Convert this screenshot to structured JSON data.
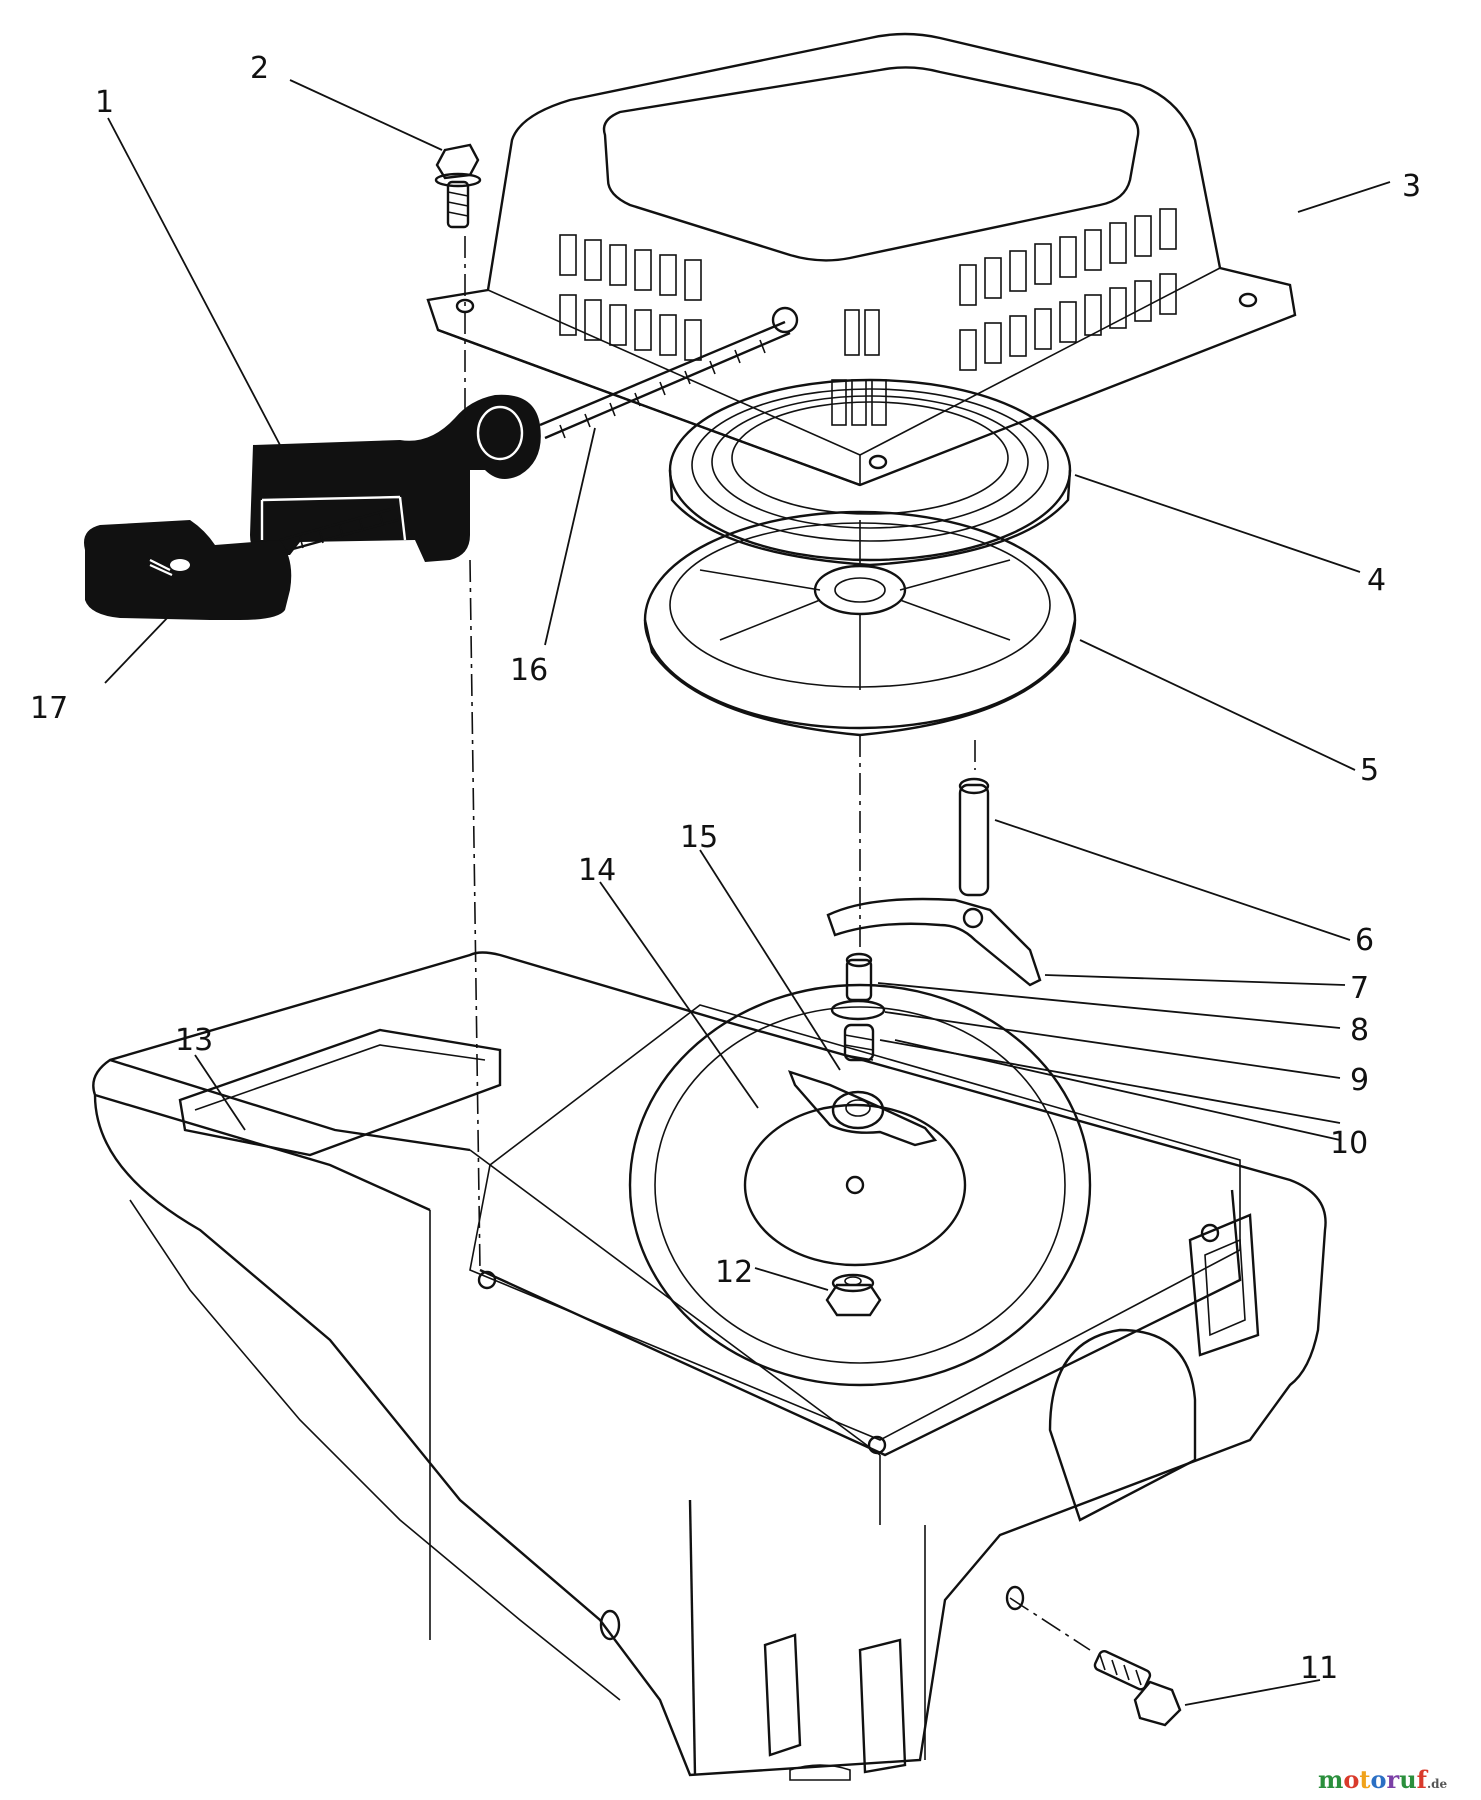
{
  "callouts": {
    "n1": "1",
    "n2": "2",
    "n3": "3",
    "n4": "4",
    "n5": "5",
    "n6": "6",
    "n7": "7",
    "n8": "8",
    "n9": "9",
    "n10": "10",
    "n11": "11",
    "n12": "12",
    "n13": "13",
    "n14": "14",
    "n15": "15",
    "n16": "16",
    "n17": "17"
  },
  "watermark": {
    "text": "motoruf",
    "suffix": ".de",
    "colors": [
      "#2a8f3c",
      "#d93a2b",
      "#f0a21b",
      "#2b6fc4",
      "#7b3fa6",
      "#2a8f3c",
      "#d93a2b"
    ]
  }
}
